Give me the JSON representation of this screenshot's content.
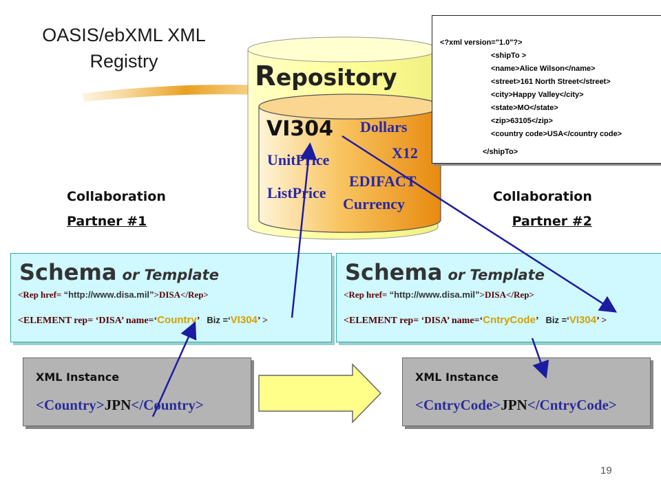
{
  "slide": {
    "title_line1": "OASIS/ebXML XML",
    "title_line2": "Registry",
    "page_number": "19"
  },
  "repository": {
    "label_first": "R",
    "label_rest": "epository",
    "code": "VI304",
    "terms": {
      "dollars": "Dollars",
      "x12": "X12",
      "unit_price": "UnitPrice",
      "edifact": "EDIFACT",
      "list_price": "ListPrice",
      "currency": "Currency"
    }
  },
  "partners": [
    {
      "line1": "Collaboration",
      "line2": "Partner #1"
    },
    {
      "line1": "Collaboration",
      "line2": "Partner #2"
    }
  ],
  "xml_doc": {
    "lines": [
      "<?xml version=\"1.0\"?>",
      "<shipTo >",
      "<name>Alice Wilson</name>",
      "<street>161 North Street</street>",
      "<city>Happy Valley</city>",
      "<state>MO</state>",
      "<zip>63105</zip>",
      "<country code>USA</country code>",
      "</shipTo>"
    ]
  },
  "schemas": [
    {
      "title": "Schema",
      "subtitle": "or Template",
      "rep_open": "<Rep href=",
      "rep_url": "“http://www.disa.mil”",
      "rep_close": ">DISA</Rep>",
      "element_open": "<ELEMENT rep= ‘",
      "element_rep": "DISA",
      "element_mid": "’ name=‘",
      "element_name": "Country",
      "element_name_close": "’",
      "biz_label": "Biz =‘",
      "biz_value": "VI304",
      "biz_close": "’ >"
    },
    {
      "title": "Schema",
      "subtitle": "or Template",
      "rep_open": "<Rep href=",
      "rep_url": "“http://www.disa.mil”",
      "rep_close": ">DISA</Rep>",
      "element_open": "<ELEMENT rep= ‘",
      "element_rep": "DISA",
      "element_mid": "’ name=‘",
      "element_name": "CntryCode",
      "element_name_close": "’",
      "biz_label": "Biz =‘",
      "biz_value": "VI304",
      "biz_close": "’ >"
    }
  ],
  "instances": [
    {
      "title": "XML Instance",
      "open_tag": "<Country>",
      "value": "JPN",
      "close_tag": "</Country>"
    },
    {
      "title": "XML Instance",
      "open_tag": "<CntryCode>",
      "value": "JPN",
      "close_tag": "</CntryCode>"
    }
  ],
  "colors": {
    "cylinder_outer": "#ffffa8",
    "cylinder_inner": "#f4a21c",
    "schema_fill": "#cff8ff",
    "instance_fill": "#b4b4b4",
    "arrow_blue": "#1c1ca0",
    "transfer_arrow": "#ffff8a"
  }
}
